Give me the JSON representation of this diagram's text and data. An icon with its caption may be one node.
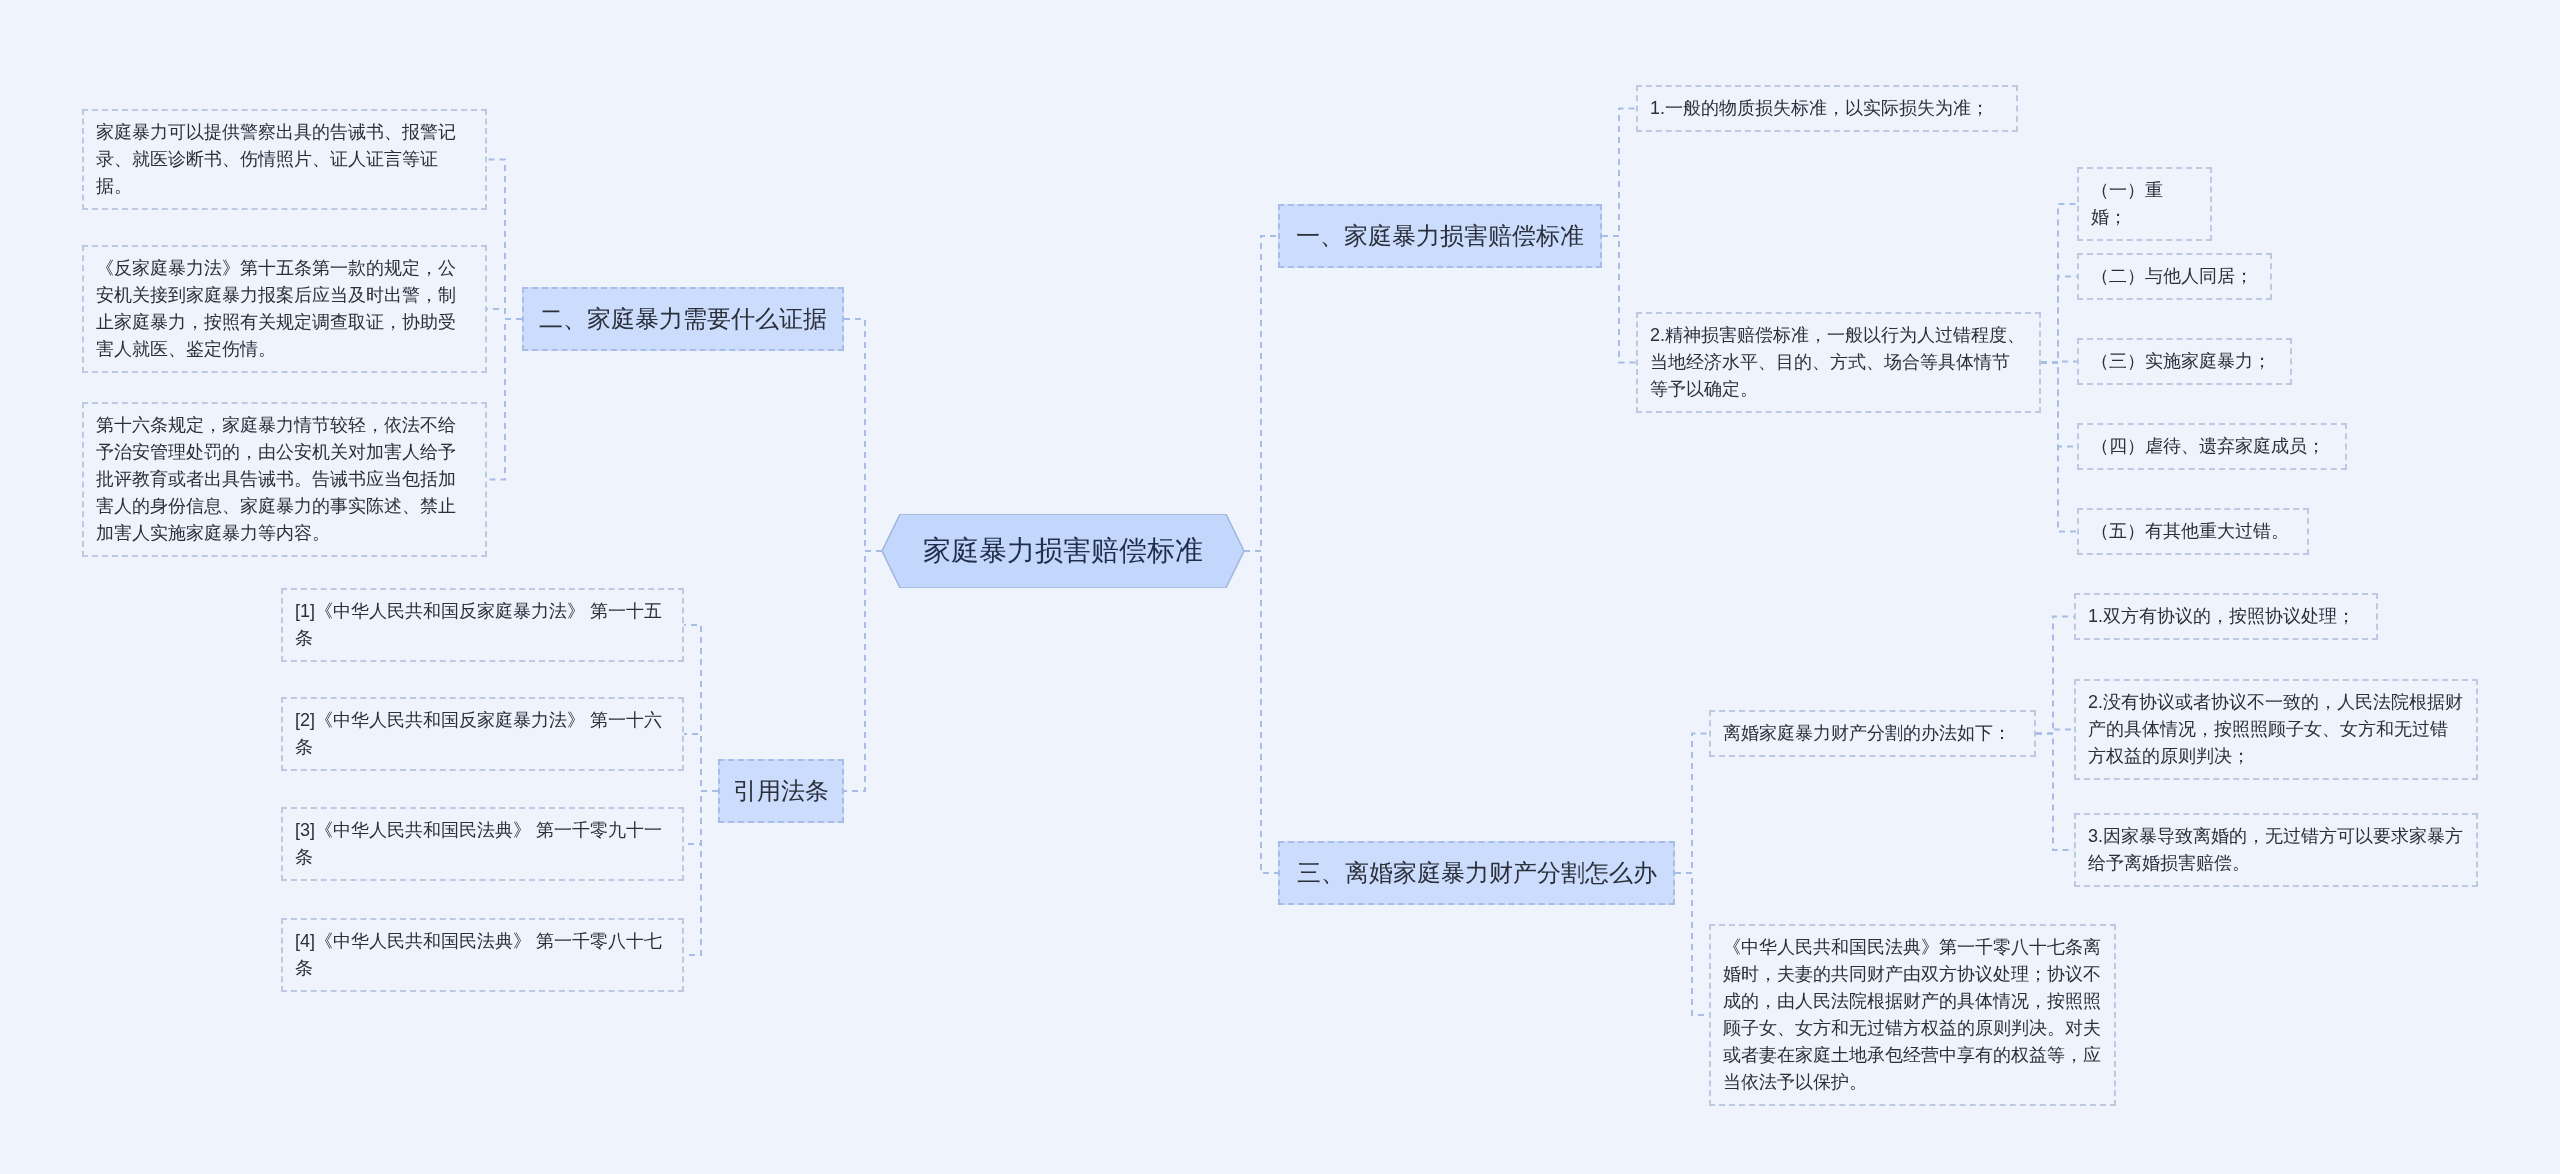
{
  "diagram": {
    "nodes": [
      {
        "text": [
          "家庭暴力损害赔偿标准"
        ]
      },
      {
        "text": [
          "一、家庭暴力损害赔偿标准"
        ]
      },
      {
        "text": [
          "1.一般的物质损失标准，以实际损失为准；"
        ]
      },
      {
        "text": [
          "2.精神损害赔偿标准，一般以行为人过错程度、当地经济水平、目的、方式、场合等具体情节等予以确定。"
        ]
      },
      {
        "text": [
          "（一）重婚；"
        ]
      },
      {
        "text": [
          "（二）与他人同居；"
        ]
      },
      {
        "text": [
          "（三）实施家庭暴力；"
        ]
      },
      {
        "text": [
          "（四）虐待、遗弃家庭成员；"
        ]
      },
      {
        "text": [
          "（五）有其他重大过错。"
        ]
      },
      {
        "text": [
          "三、离婚家庭暴力财产分割怎么办"
        ]
      },
      {
        "text": [
          "离婚家庭暴力财产分割的办法如下："
        ]
      },
      {
        "text": [
          "1.双方有协议的，按照协议处理；"
        ]
      },
      {
        "text": [
          "2.没有协议或者协议不一致的，人民法院根据财产的具体情况，按照照顾子女、女方和无过错方权益的原则判决；"
        ]
      },
      {
        "text": [
          "3.因家暴导致离婚的，无过错方可以要求家暴方给予离婚损害赔偿。"
        ]
      },
      {
        "text": [
          "《中华人民共和国民法典》第一千零八十七条离婚时，夫妻的共同财产由双方协议处理；协议不成的，由人民法院根据财产的具体情况，按照照顾子女、女方和无过错方权益的原则判决。对夫或者妻在家庭土地承包经营中享有的权益等，应当依法予以保护。"
        ]
      },
      {
        "text": [
          "二、家庭暴力需要什么证据"
        ]
      },
      {
        "text": [
          "家庭暴力可以提供警察出具的告诫书、报警记录、就医诊断书、伤情照片、证人证言等证据。"
        ]
      },
      {
        "text": [
          "《反家庭暴力法》第十五条第一款的规定，公安机关接到家庭暴力报案后应当及时出警，制止家庭暴力，按照有关规定调查取证，协助受害人就医、鉴定伤情。"
        ]
      },
      {
        "text": [
          "第十六条规定，家庭暴力情节较轻，依法不给予治安管理处罚的，由公安机关对加害人给予批评教育或者出具告诫书。告诫书应当包括加害人的身份信息、家庭暴力的事实陈述、禁止加害人实施家庭暴力等内容。"
        ]
      },
      {
        "text": [
          "引用法条"
        ]
      },
      {
        "text": [
          "[1]《中华人民共和国反家庭暴力法》 第一十五条"
        ]
      },
      {
        "text": [
          "[2]《中华人民共和国反家庭暴力法》 第一十六条"
        ]
      },
      {
        "text": [
          "[3]《中华人民共和国民法典》 第一千零九十一条"
        ]
      },
      {
        "text": [
          "[4]《中华人民共和国民法典》 第一千零八十七条"
        ]
      }
    ],
    "edges": [
      {
        "from": 0,
        "to": 1,
        "arrow": "none"
      },
      {
        "from": 1,
        "to": 2,
        "arrow": "none"
      },
      {
        "from": 1,
        "to": 3,
        "arrow": "none"
      },
      {
        "from": 3,
        "to": 4,
        "arrow": "none"
      },
      {
        "from": 3,
        "to": 5,
        "arrow": "none"
      },
      {
        "from": 3,
        "to": 6,
        "arrow": "none"
      },
      {
        "from": 3,
        "to": 7,
        "arrow": "none"
      },
      {
        "from": 3,
        "to": 8,
        "arrow": "none"
      },
      {
        "from": 0,
        "to": 9,
        "arrow": "none"
      },
      {
        "from": 9,
        "to": 10,
        "arrow": "none"
      },
      {
        "from": 10,
        "to": 11,
        "arrow": "none"
      },
      {
        "from": 10,
        "to": 12,
        "arrow": "none"
      },
      {
        "from": 10,
        "to": 13,
        "arrow": "none"
      },
      {
        "from": 9,
        "to": 14,
        "arrow": "none"
      },
      {
        "from": 0,
        "to": 15,
        "arrow": "none"
      },
      {
        "from": 15,
        "to": 16,
        "arrow": "none"
      },
      {
        "from": 15,
        "to": 17,
        "arrow": "none"
      },
      {
        "from": 15,
        "to": 18,
        "arrow": "none"
      },
      {
        "from": 0,
        "to": 19,
        "arrow": "none"
      },
      {
        "from": 19,
        "to": 20,
        "arrow": "none"
      },
      {
        "from": 19,
        "to": 21,
        "arrow": "none"
      },
      {
        "from": 19,
        "to": 22,
        "arrow": "none"
      },
      {
        "from": 19,
        "to": 23,
        "arrow": "none"
      }
    ]
  }
}
